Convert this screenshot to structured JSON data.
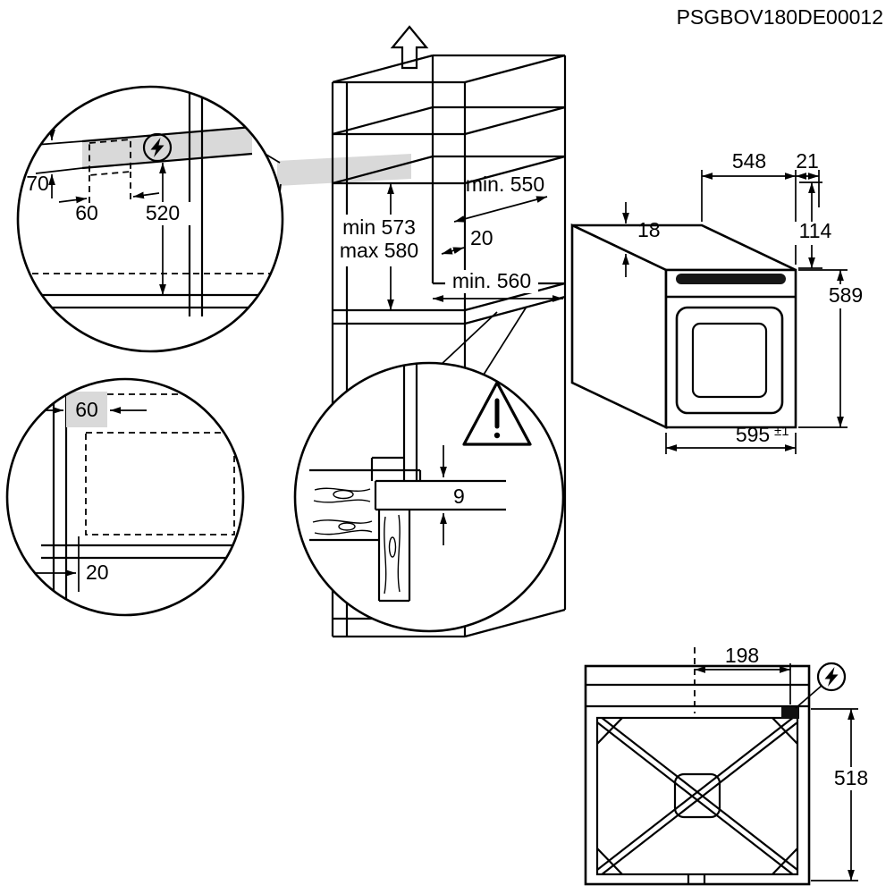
{
  "colors": {
    "line": "#000000",
    "highlight": "#d9d9d9",
    "background": "#ffffff"
  },
  "header": {
    "code": "PSGBOV180DE00012"
  },
  "icons": {
    "removal_direction": "up-arrow",
    "electrical_connection": "lightning-bolt-circle",
    "caution": "exclamation-triangle"
  },
  "main_niche": {
    "depth": "min. 550",
    "height_min": "min 573",
    "height_max": "max 580",
    "rear_gap": "20",
    "width": "min. 560"
  },
  "detail_electrical": {
    "cutout_height": "70",
    "cutout_width": "60",
    "distance_below_top": "520"
  },
  "detail_side_clearance": {
    "top_clearance": "60",
    "front_gap": "20"
  },
  "detail_worktop": {
    "min_gap": "9"
  },
  "oven": {
    "depth": "548",
    "rear_projection": "21",
    "top_gap": "18",
    "panel_height": "114",
    "height": "589",
    "width": "595",
    "width_tolerance": "±1"
  },
  "top_view": {
    "connection_offset": "198",
    "body_depth": "518"
  }
}
